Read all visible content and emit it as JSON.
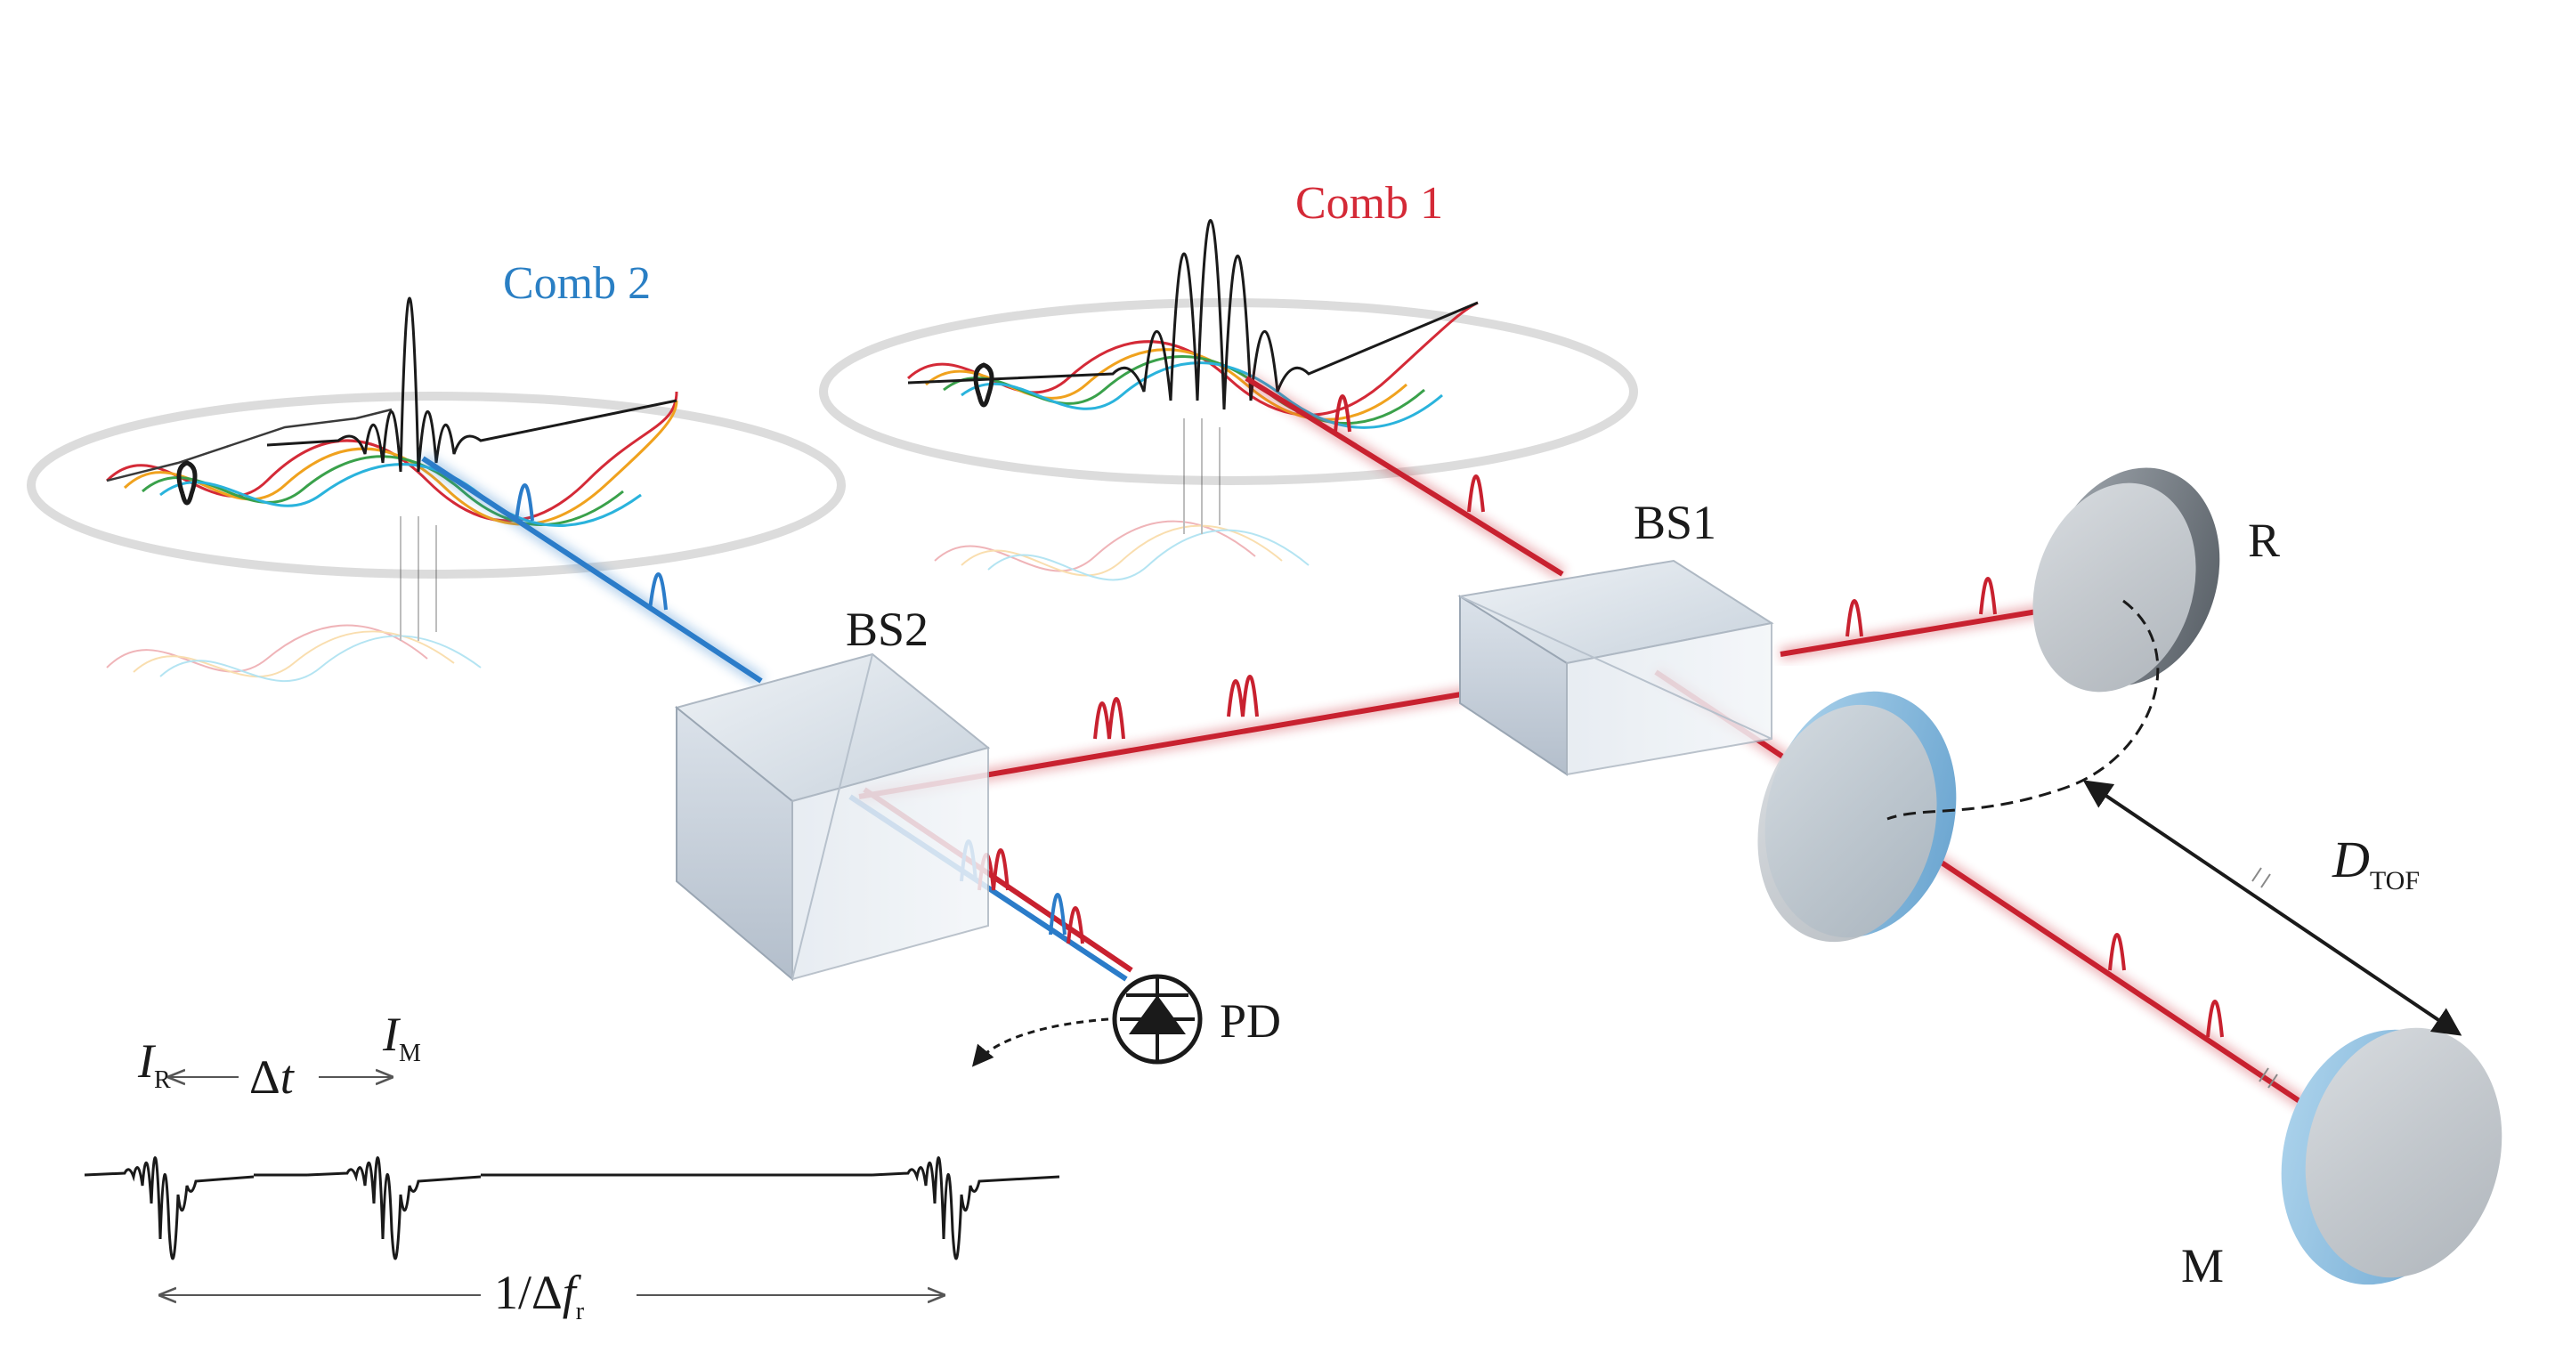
{
  "labels": {
    "comb1": "Comb 1",
    "comb2": "Comb 2",
    "bs1": "BS1",
    "bs2": "BS2",
    "r": "R",
    "m": "M",
    "pd": "PD",
    "d_main": "D",
    "d_sub": "TOF",
    "ir_main": "I",
    "ir_sub": "R",
    "im_main": "I",
    "im_sub": "M",
    "dt_delta": "Δ",
    "dt_t": "t",
    "period_prefix": "1/Δ",
    "period_f": "f",
    "period_sub": "r"
  },
  "colors": {
    "comb1": "#d42a37",
    "comb2": "#2a7fc4",
    "beam_red": "#c8212f",
    "beam_blue": "#2b7cc9",
    "ink": "#1a1a1a",
    "cube": "#c9d3de"
  }
}
